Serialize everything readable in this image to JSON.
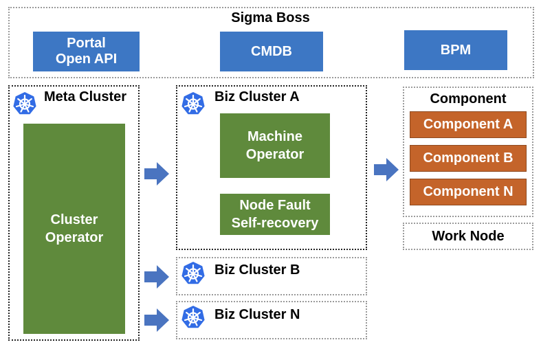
{
  "header": {
    "title": "Sigma Boss",
    "buttons": [
      "Portal\nOpen API",
      "CMDB",
      "BPM"
    ]
  },
  "meta_cluster": {
    "title": "Meta Cluster",
    "operator": "Cluster\nOperator"
  },
  "biz_clusters": {
    "a": {
      "title": "Biz Cluster A",
      "machine_operator": "Machine\nOperator",
      "node_fault": "Node Fault\nSelf-recovery"
    },
    "b": {
      "title": "Biz Cluster B"
    },
    "n": {
      "title": "Biz Cluster N"
    }
  },
  "component_panel": {
    "title": "Component",
    "items": [
      "Component A",
      "Component B",
      "Component N"
    ]
  },
  "work_node": {
    "label": "Work Node"
  },
  "icons": {
    "kubernetes": "kubernetes-icon",
    "arrow": "right-arrow-icon"
  },
  "colors": {
    "blue": "#3d77c4",
    "green": "#5f8a3c",
    "orange": "#c4642a",
    "arrow": "#4a74c0"
  }
}
